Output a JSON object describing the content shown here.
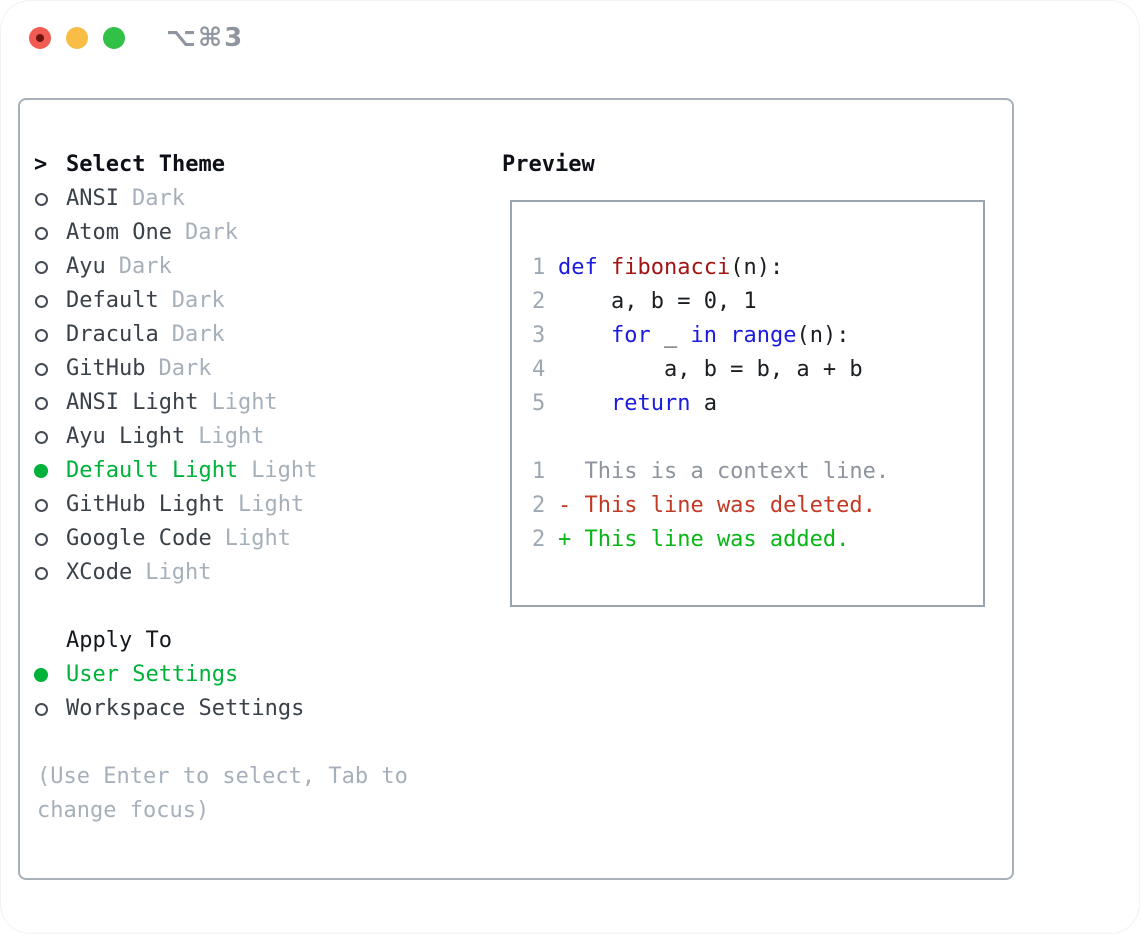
{
  "window": {
    "title": "⌥⌘3",
    "traffic_lights": [
      "close",
      "minimize",
      "zoom"
    ]
  },
  "colors": {
    "selection_green": "#00b23a",
    "keyword_blue": "#1b1be0",
    "function_red": "#a31515",
    "deleted_red": "#c13a25",
    "added_green": "#0ab516",
    "muted_gray": "#a6b0bb",
    "context_gray": "#8d949d",
    "panel_border": "#a8b1ba",
    "traffic_red": "#f05c51",
    "traffic_yellow": "#f7bd45",
    "traffic_green": "#31c146"
  },
  "theme_selector": {
    "cursor": ">",
    "heading": "Select Theme",
    "items": [
      {
        "name": "ANSI",
        "variant": "Dark",
        "selected": false
      },
      {
        "name": "Atom One",
        "variant": "Dark",
        "selected": false
      },
      {
        "name": "Ayu",
        "variant": "Dark",
        "selected": false
      },
      {
        "name": "Default",
        "variant": "Dark",
        "selected": false
      },
      {
        "name": "Dracula",
        "variant": "Dark",
        "selected": false
      },
      {
        "name": "GitHub",
        "variant": "Dark",
        "selected": false
      },
      {
        "name": "ANSI Light",
        "variant": "Light",
        "selected": false
      },
      {
        "name": "Ayu Light",
        "variant": "Light",
        "selected": false
      },
      {
        "name": "Default Light",
        "variant": "Light",
        "selected": true
      },
      {
        "name": "GitHub Light",
        "variant": "Light",
        "selected": false
      },
      {
        "name": "Google Code",
        "variant": "Light",
        "selected": false
      },
      {
        "name": "XCode",
        "variant": "Light",
        "selected": false
      }
    ]
  },
  "apply_to": {
    "heading": "Apply To",
    "items": [
      {
        "name": "User Settings",
        "selected": true
      },
      {
        "name": "Workspace Settings",
        "selected": false
      }
    ]
  },
  "hint": "(Use Enter to select, Tab to change focus)",
  "preview": {
    "heading": "Preview",
    "code_lines": [
      {
        "num": "1",
        "segments": [
          {
            "t": "def",
            "c": "kw"
          },
          {
            "t": " ",
            "c": "plain"
          },
          {
            "t": "fibonacci",
            "c": "fn"
          },
          {
            "t": "(n):",
            "c": "plain"
          }
        ]
      },
      {
        "num": "2",
        "segments": [
          {
            "t": "    a, b = 0, 1",
            "c": "plain"
          }
        ]
      },
      {
        "num": "3",
        "segments": [
          {
            "t": "    ",
            "c": "plain"
          },
          {
            "t": "for",
            "c": "kw"
          },
          {
            "t": " _ ",
            "c": "plain"
          },
          {
            "t": "in",
            "c": "kw"
          },
          {
            "t": " ",
            "c": "plain"
          },
          {
            "t": "range",
            "c": "kw"
          },
          {
            "t": "(n):",
            "c": "plain"
          }
        ]
      },
      {
        "num": "4",
        "segments": [
          {
            "t": "        a, b = b, a + b",
            "c": "plain"
          }
        ]
      },
      {
        "num": "5",
        "segments": [
          {
            "t": "    ",
            "c": "plain"
          },
          {
            "t": "return",
            "c": "kw"
          },
          {
            "t": " a",
            "c": "plain"
          }
        ]
      }
    ],
    "diff_lines": [
      {
        "num": "1",
        "segments": [
          {
            "t": "  This is a context line.",
            "c": "context"
          }
        ]
      },
      {
        "num": "2",
        "segments": [
          {
            "t": "- This line was deleted.",
            "c": "deleted"
          }
        ]
      },
      {
        "num": "2",
        "segments": [
          {
            "t": "+ This line was added.",
            "c": "added"
          }
        ]
      }
    ]
  }
}
